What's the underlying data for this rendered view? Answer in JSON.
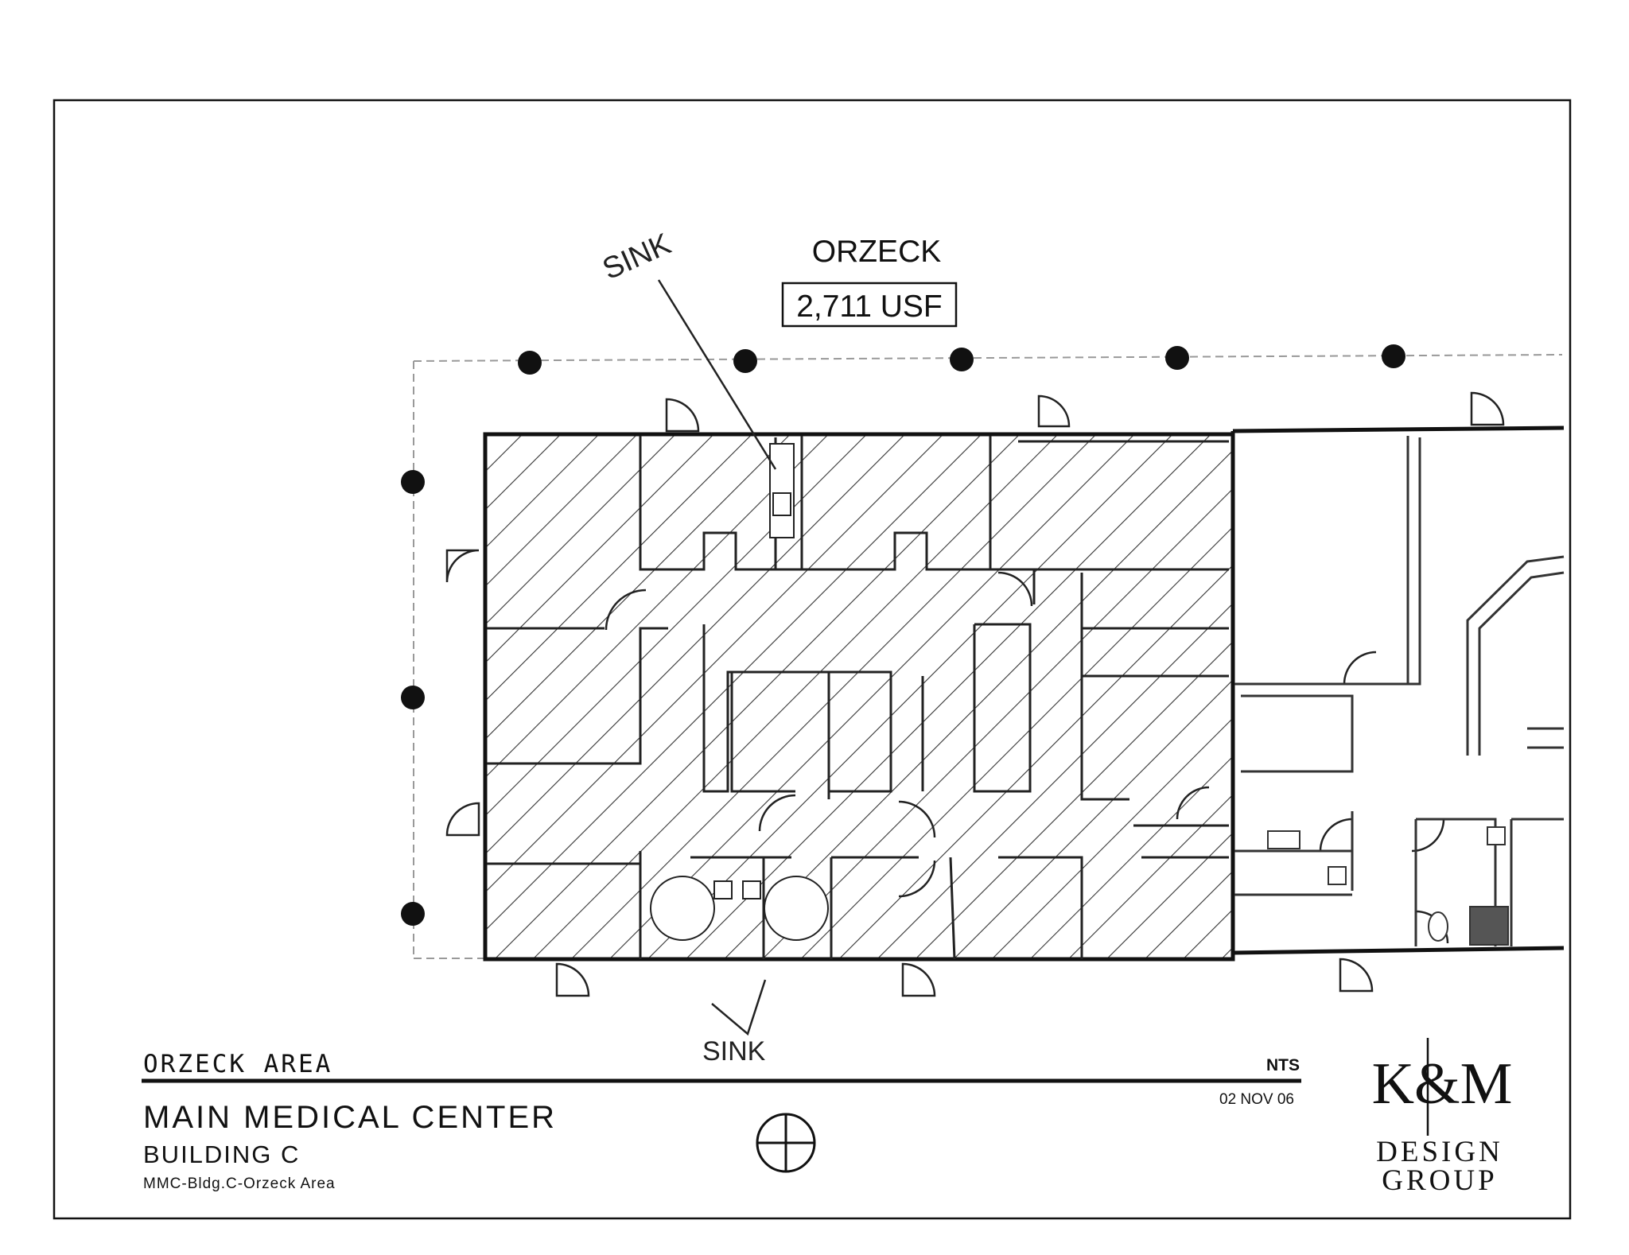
{
  "drawing": {
    "tenant_name": "ORZECK",
    "area_label": "2,711 USF",
    "annotation_top": "SINK",
    "annotation_bottom_mark": "V",
    "annotation_bottom": "SINK"
  },
  "title_block": {
    "area_title": "ORZECK AREA",
    "scale": "NTS",
    "date": "02 NOV 06",
    "project": "MAIN MEDICAL CENTER",
    "building": "BUILDING C",
    "file_ref": "MMC-Bldg.C-Orzeck Area"
  },
  "logo": {
    "monogram": "K&M",
    "line1": "DESIGN",
    "line2": "GROUP"
  },
  "icons": {
    "north_arrow": "north-arrow-icon",
    "column": "column-icon",
    "door_swing": "door-swing-icon"
  },
  "colors": {
    "ink": "#111111",
    "hatch": "#333333",
    "light_line": "#9a9a9a",
    "paper": "#ffffff"
  }
}
